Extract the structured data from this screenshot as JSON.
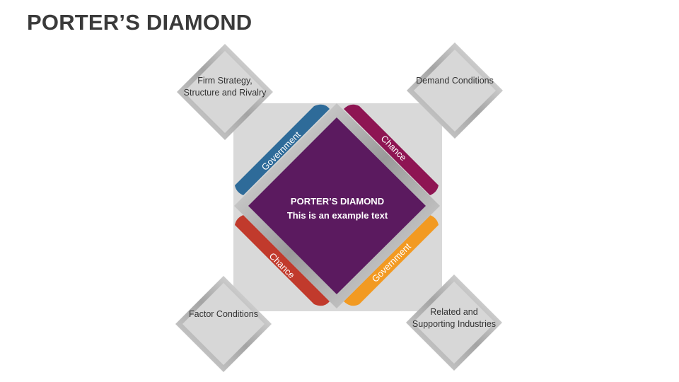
{
  "slide": {
    "title": "PORTER’S DIAMOND"
  },
  "center": {
    "heading": "PORTER’S DIAMOND",
    "text": "This is an example text"
  },
  "bands": {
    "top_left": "Government",
    "top_right": "Chance",
    "bottom_left": "Chance",
    "bottom_right": "Government"
  },
  "corners": {
    "top_left": "Firm Strategy, Structure and Rivalry",
    "top_right": "Demand Conditions",
    "bottom_left": "Factor Conditions",
    "bottom_right": "Related and Supporting Industries"
  },
  "colors": {
    "government_top": "#2e6b99",
    "chance_top": "#8e1553",
    "chance_bottom": "#c13a2c",
    "government_bottom": "#f29a22",
    "center": "#5b1a5f",
    "backdrop": "#d9d9d9"
  }
}
